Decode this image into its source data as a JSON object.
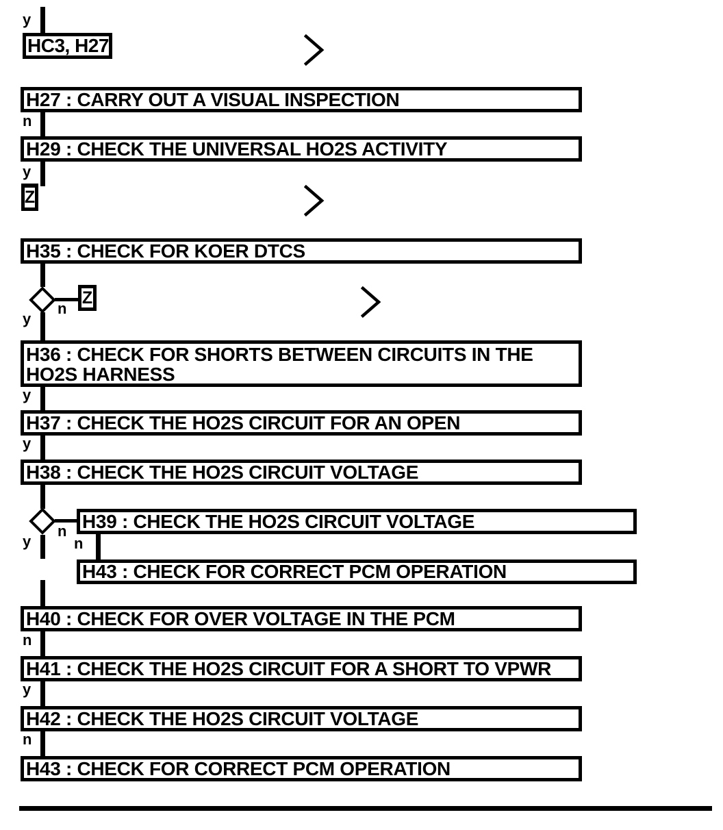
{
  "flow": {
    "entry": {
      "label": "HC3, H27"
    },
    "goto_refs": [
      "Z",
      "Z"
    ],
    "steps": [
      {
        "id": "H27",
        "label": "H27 : CARRY OUT A VISUAL INSPECTION"
      },
      {
        "id": "H29",
        "label": "H29 : CHECK THE UNIVERSAL HO2S ACTIVITY"
      },
      {
        "id": "H35",
        "label": "H35 : CHECK FOR KOER DTCS"
      },
      {
        "id": "H36",
        "label": "H36 : CHECK FOR SHORTS BETWEEN CIRCUITS IN THE HO2S HARNESS"
      },
      {
        "id": "H37",
        "label": "H37 : CHECK THE HO2S CIRCUIT FOR AN OPEN"
      },
      {
        "id": "H38",
        "label": "H38 : CHECK THE HO2S CIRCUIT VOLTAGE"
      },
      {
        "id": "H39",
        "label": "H39 : CHECK THE HO2S CIRCUIT VOLTAGE"
      },
      {
        "id": "H43",
        "label": "H43 : CHECK FOR CORRECT PCM OPERATION"
      },
      {
        "id": "H40",
        "label": "H40 : CHECK FOR OVER VOLTAGE IN THE PCM"
      },
      {
        "id": "H41",
        "label": "H41 : CHECK THE HO2S CIRCUIT FOR A SHORT TO VPWR"
      },
      {
        "id": "H42",
        "label": "H42 : CHECK THE HO2S CIRCUIT VOLTAGE"
      },
      {
        "id": "H43_final",
        "label": "H43 : CHECK FOR CORRECT PCM OPERATION"
      }
    ],
    "branch_labels": [
      "y",
      "n",
      "y",
      "n",
      "y",
      "y",
      "y",
      "n",
      "y",
      "n",
      "n",
      "y",
      "n"
    ],
    "icons": {
      "continuation_arrow": "chevron-right"
    },
    "colors": {
      "line": "#000000",
      "background": "#ffffff"
    }
  }
}
